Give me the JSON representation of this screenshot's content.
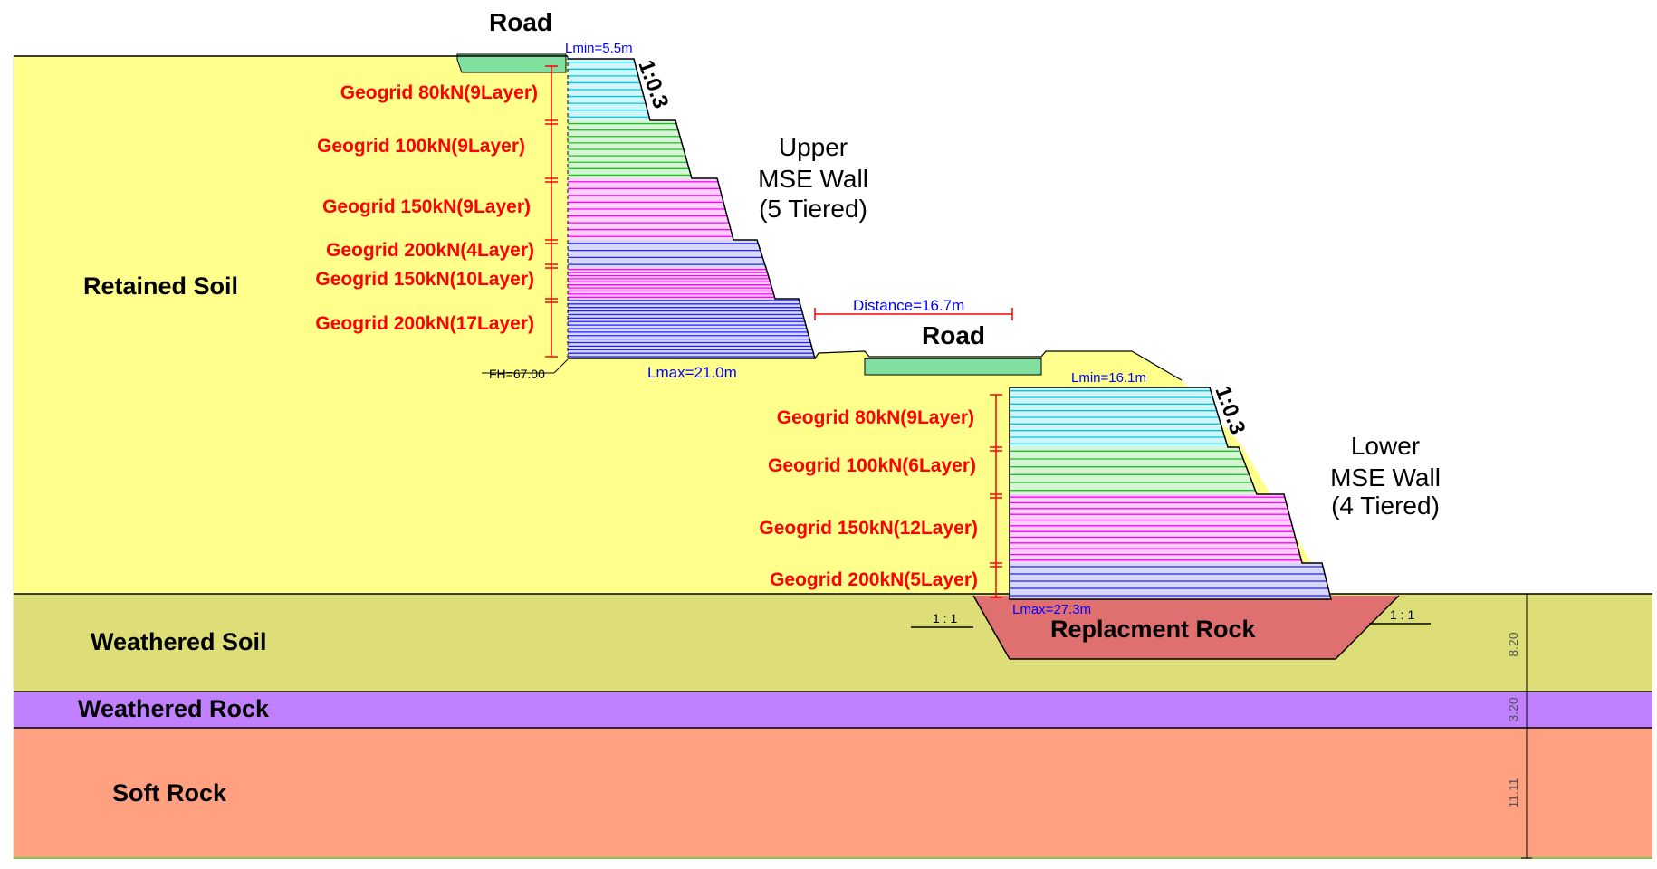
{
  "soil_layers": {
    "retained": {
      "label": "Retained Soil",
      "color": "#ffff8c"
    },
    "weathered_soil": {
      "label": "Weathered Soil",
      "color": "#dede78"
    },
    "weathered_rock": {
      "label": "Weathered Rock",
      "color": "#c080ff"
    },
    "soft_rock": {
      "label": "Soft Rock",
      "color": "#ffa080"
    },
    "replacement_rock": {
      "label": "Replacment Rock",
      "color": "#e07070"
    }
  },
  "upper_wall": {
    "title_line1": "Upper",
    "title_line2": "MSE Wall",
    "title_line3": "(5 Tiered)",
    "road_label": "Road",
    "lmin_label": "Lmin=5.5m",
    "lmax_label": "Lmax=21.0m",
    "fh_label": "FH=67.00",
    "slope_label": "1:0.3",
    "geogrids": [
      {
        "label": "Geogrid 80kN(9Layer)",
        "color": "#00c8e0"
      },
      {
        "label": "Geogrid 100kN(9Layer)",
        "color": "#20c020"
      },
      {
        "label": "Geogrid 150kN(9Layer)",
        "color": "#ff00ff"
      },
      {
        "label": "Geogrid 200kN(4Layer)",
        "color": "#2020ff"
      },
      {
        "label": "Geogrid 150kN(10Layer)",
        "color": "#ff00ff"
      },
      {
        "label": "Geogrid 200kN(17Layer)",
        "color": "#2020ff"
      }
    ]
  },
  "lower_wall": {
    "title_line1": "Lower",
    "title_line2": "MSE Wall",
    "title_line3": "(4 Tiered)",
    "road_label": "Road",
    "lmin_label": "Lmin=16.1m",
    "lmax_label": "Lmax=27.3m",
    "slope_label": "1:0.3",
    "geogrids": [
      {
        "label": "Geogrid 80kN(9Layer)",
        "color": "#00c8e0"
      },
      {
        "label": "Geogrid 100kN(6Layer)",
        "color": "#20c020"
      },
      {
        "label": "Geogrid 150kN(12Layer)",
        "color": "#ff00ff"
      },
      {
        "label": "Geogrid 200kN(5Layer)",
        "color": "#2020ff"
      }
    ]
  },
  "distance_label": "Distance=16.7m",
  "replacement_slopes": {
    "left": "1 : 1",
    "right": "1 : 1"
  },
  "thickness_dims": [
    "8.20",
    "3.20",
    "11.11"
  ],
  "colors": {
    "geo_label": "#ff0000",
    "dim_blue": "#0000ff",
    "road_fill": "#80e0a0"
  }
}
